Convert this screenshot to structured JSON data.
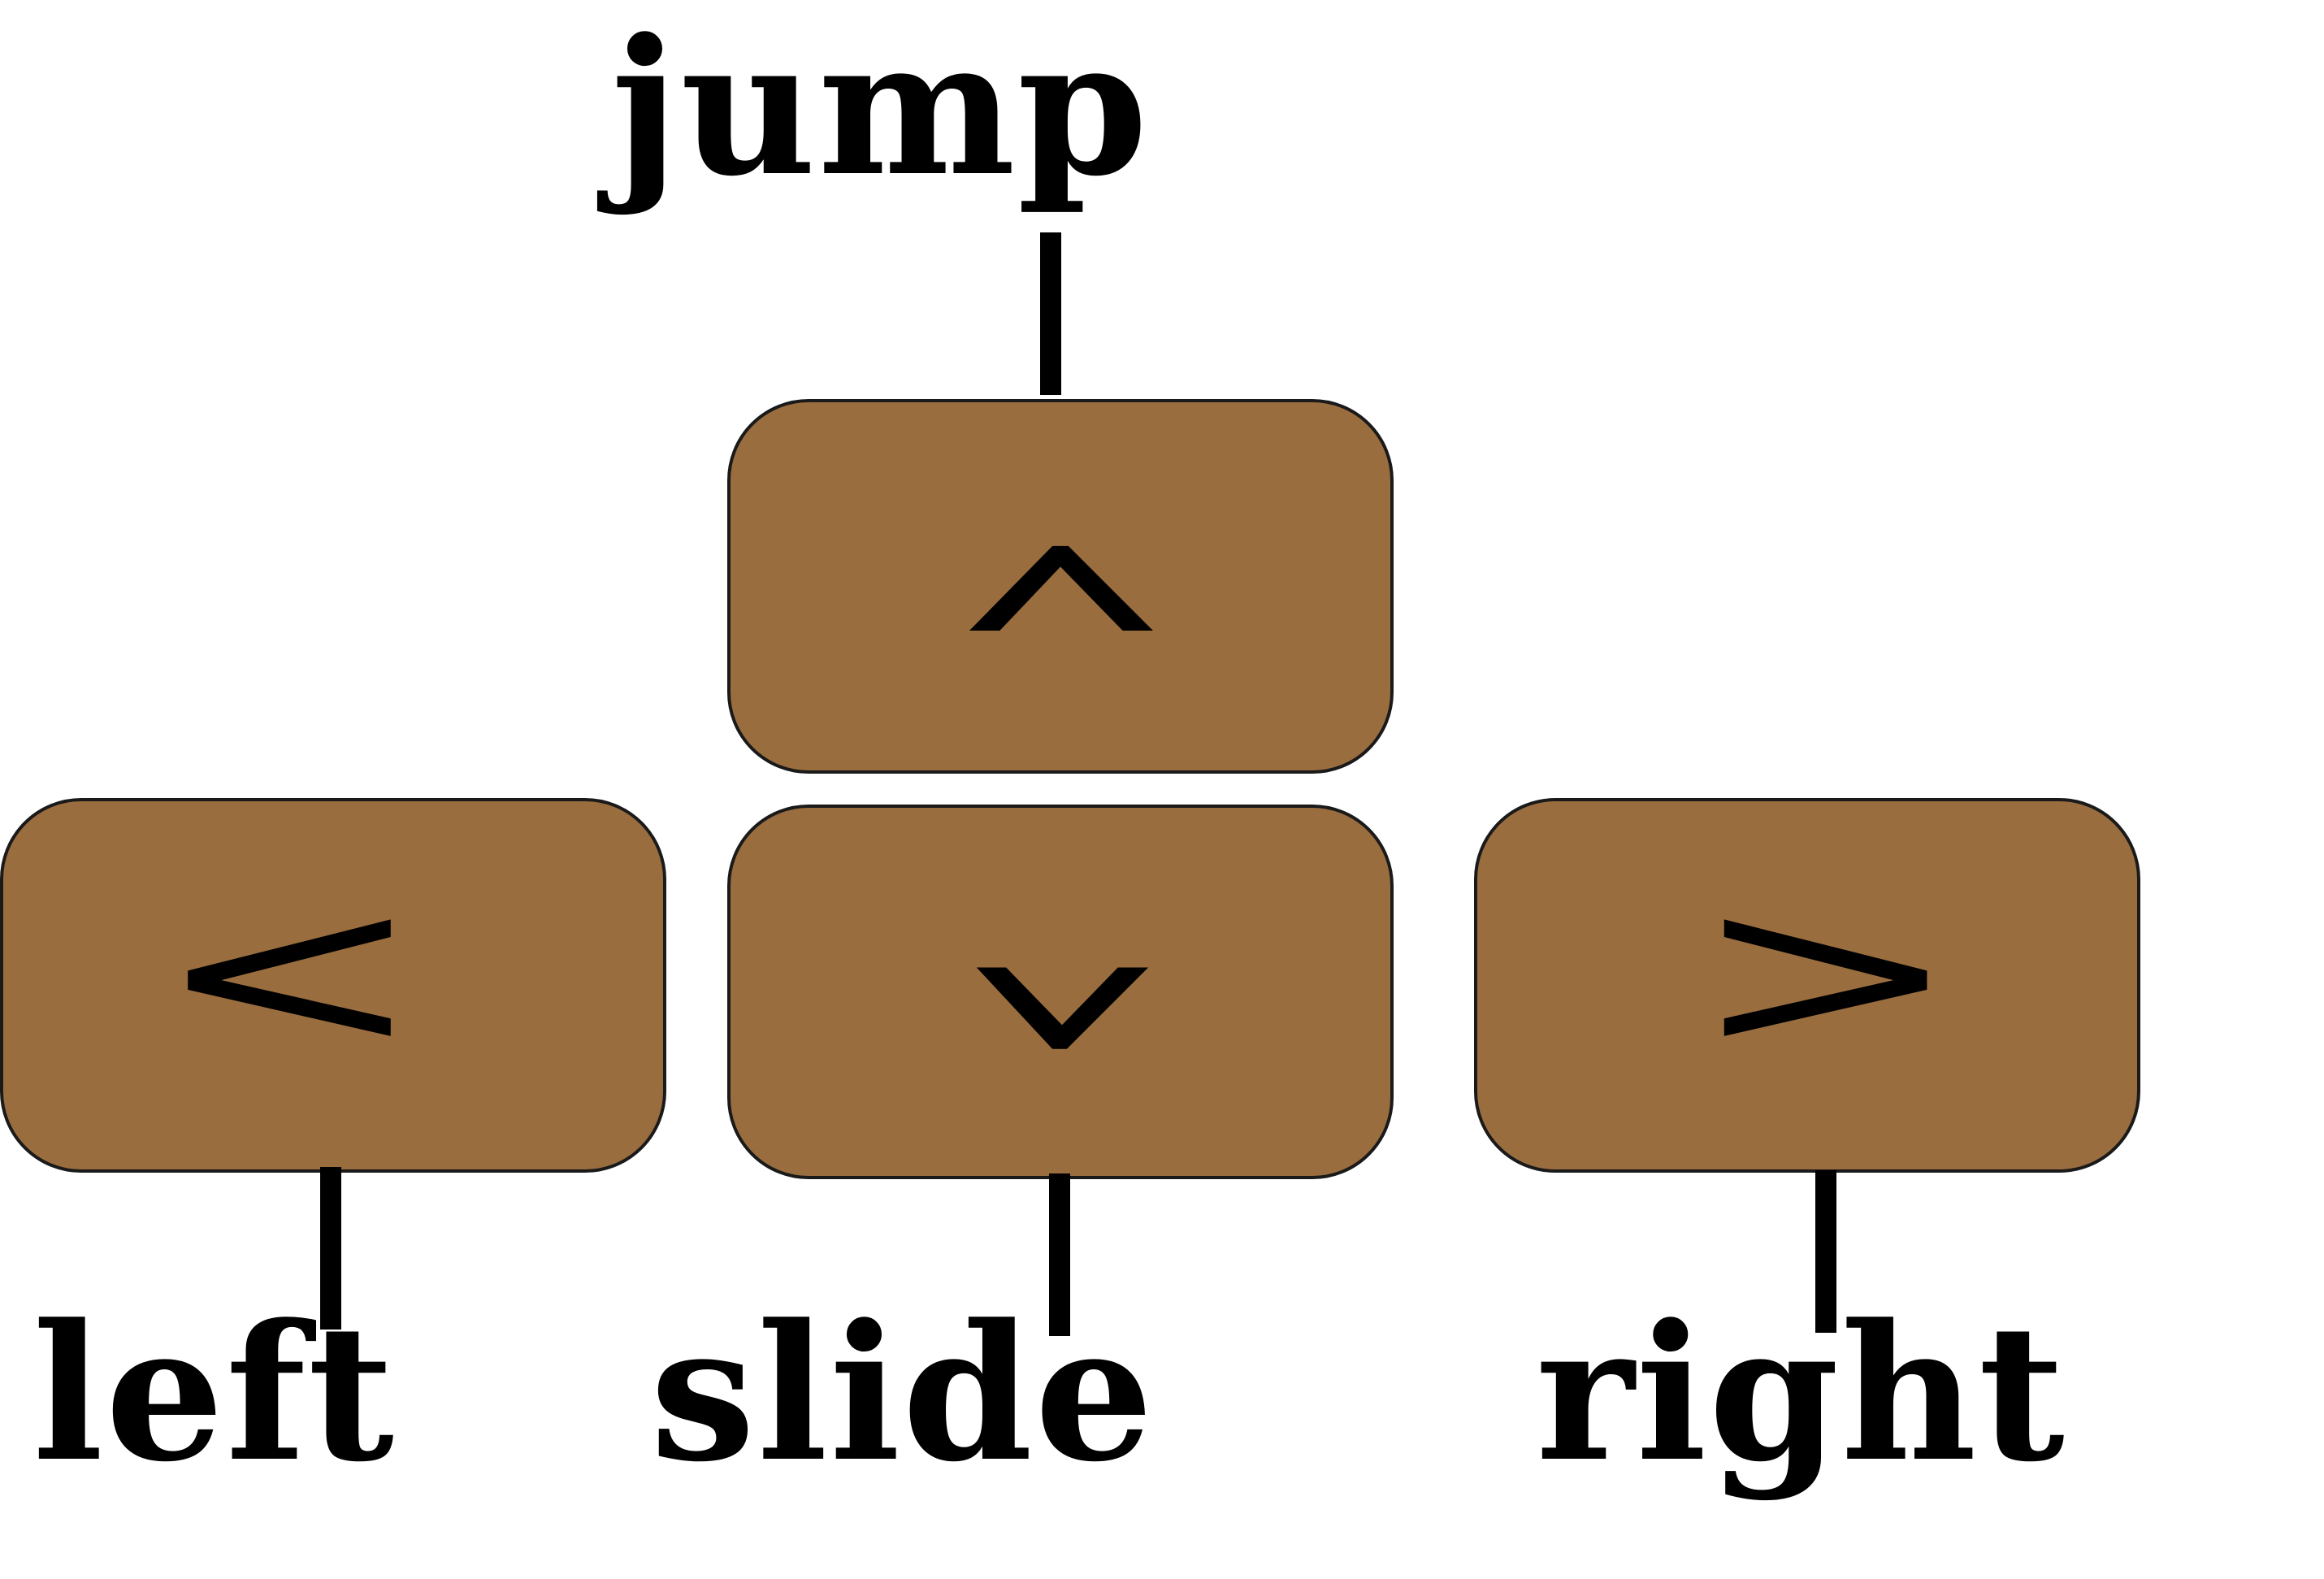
{
  "labels": {
    "jump": "jump",
    "left": "left",
    "slide": "slide",
    "right": "right"
  },
  "keys": {
    "up": {
      "symbol": "caret-up-icon"
    },
    "down": {
      "symbol": "caret-down-icon"
    },
    "left": {
      "symbol": "less-than-icon"
    },
    "right": {
      "symbol": "greater-than-icon"
    }
  },
  "colors": {
    "key_fill": "#9a6d3f",
    "key_border": "#1a1a1a",
    "text": "#000000",
    "background": "#ffffff"
  }
}
